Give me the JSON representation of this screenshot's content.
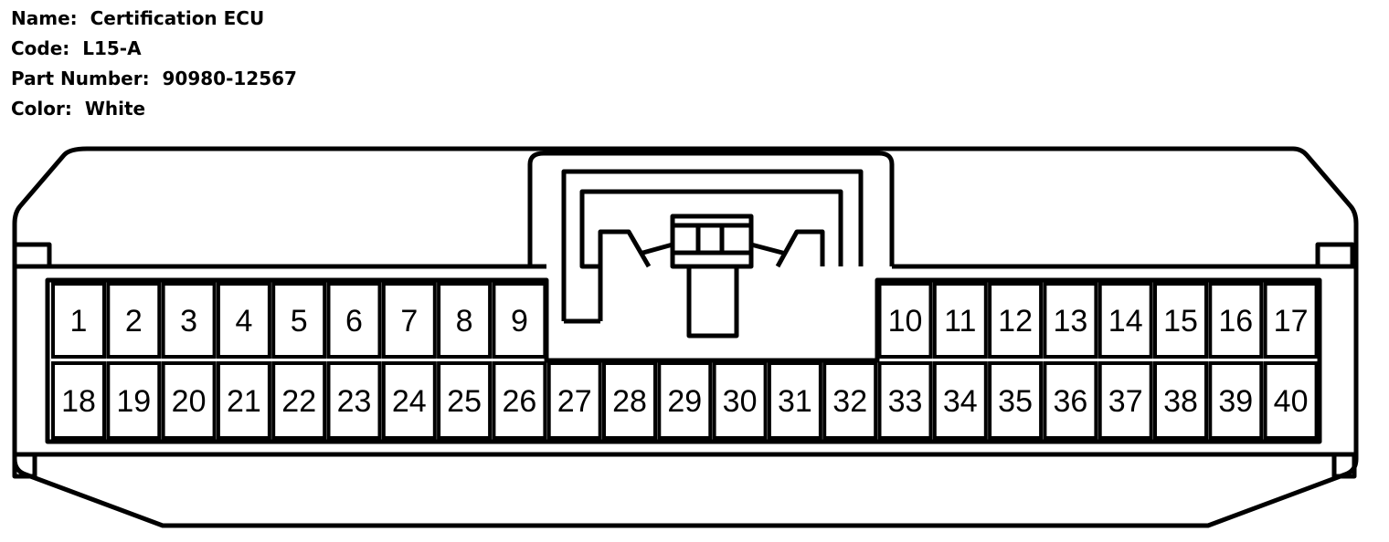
{
  "info": {
    "name_label": "Name:",
    "name_value": "Certification ECU",
    "code_label": "Code:",
    "code_value": "L15-A",
    "part_label": "Part Number:",
    "part_value": "90980-12567",
    "color_label": "Color:",
    "color_value": "White"
  },
  "pins": {
    "row1_left": [
      "1",
      "2",
      "3",
      "4",
      "5",
      "6",
      "7",
      "8",
      "9"
    ],
    "row1_right": [
      "10",
      "11",
      "12",
      "13",
      "14",
      "15",
      "16",
      "17"
    ],
    "row2": [
      "18",
      "19",
      "20",
      "21",
      "22",
      "23",
      "24",
      "25",
      "26",
      "27",
      "28",
      "29",
      "30",
      "31",
      "32",
      "33",
      "34",
      "35",
      "36",
      "37",
      "38",
      "39",
      "40"
    ]
  }
}
